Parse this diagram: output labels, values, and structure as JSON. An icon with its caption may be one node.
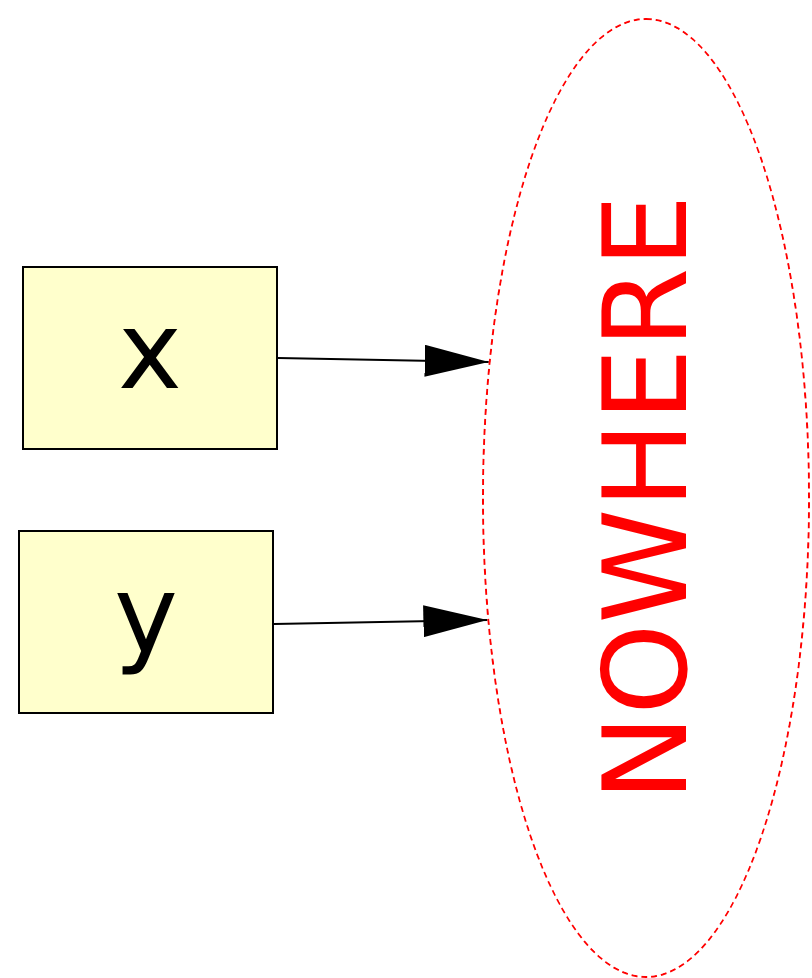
{
  "diagram": {
    "nodes": [
      {
        "text": [
          "x"
        ]
      },
      {
        "text": [
          "y"
        ]
      },
      {
        "text": [
          "NOWHERE"
        ]
      }
    ],
    "edges": [
      {
        "from": 0,
        "to": 2,
        "arrow": "to"
      },
      {
        "from": 1,
        "to": 2,
        "arrow": "to"
      }
    ]
  }
}
